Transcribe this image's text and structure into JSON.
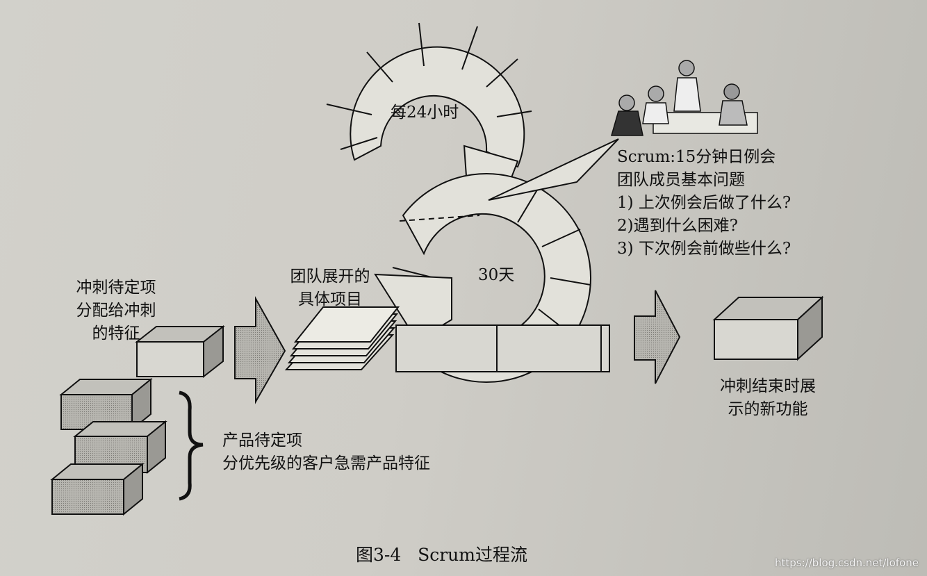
{
  "labels": {
    "sprint_cycle": "每24小时",
    "iteration_cycle": "30天",
    "meeting_title": "Scrum:15分钟日例会",
    "meeting_subtitle": "团队成员基本问题",
    "question_1": "1) 上次例会后做了什么?",
    "question_2": "2)遇到什么困难?",
    "question_3": "3) 下次例会前做些什么?",
    "sprint_backlog": [
      "冲刺待定项",
      "分配给冲刺",
      "的特征"
    ],
    "team_items": [
      "团队展开的",
      "具体项目"
    ],
    "product_backlog": [
      "产品待定项",
      "分优先级的客户急需产品特征"
    ],
    "sprint_result": [
      "冲刺结束时展",
      "示的新功能"
    ]
  },
  "caption": "图3-4   Scrum过程流",
  "watermark": "https://blog.csdn.net/lofone",
  "colors": {
    "paper": "#cfcdc7",
    "box_front": "#d8d7d1",
    "box_top": "#c2c1bb",
    "box_side": "#9a9994",
    "ink": "#111111"
  }
}
